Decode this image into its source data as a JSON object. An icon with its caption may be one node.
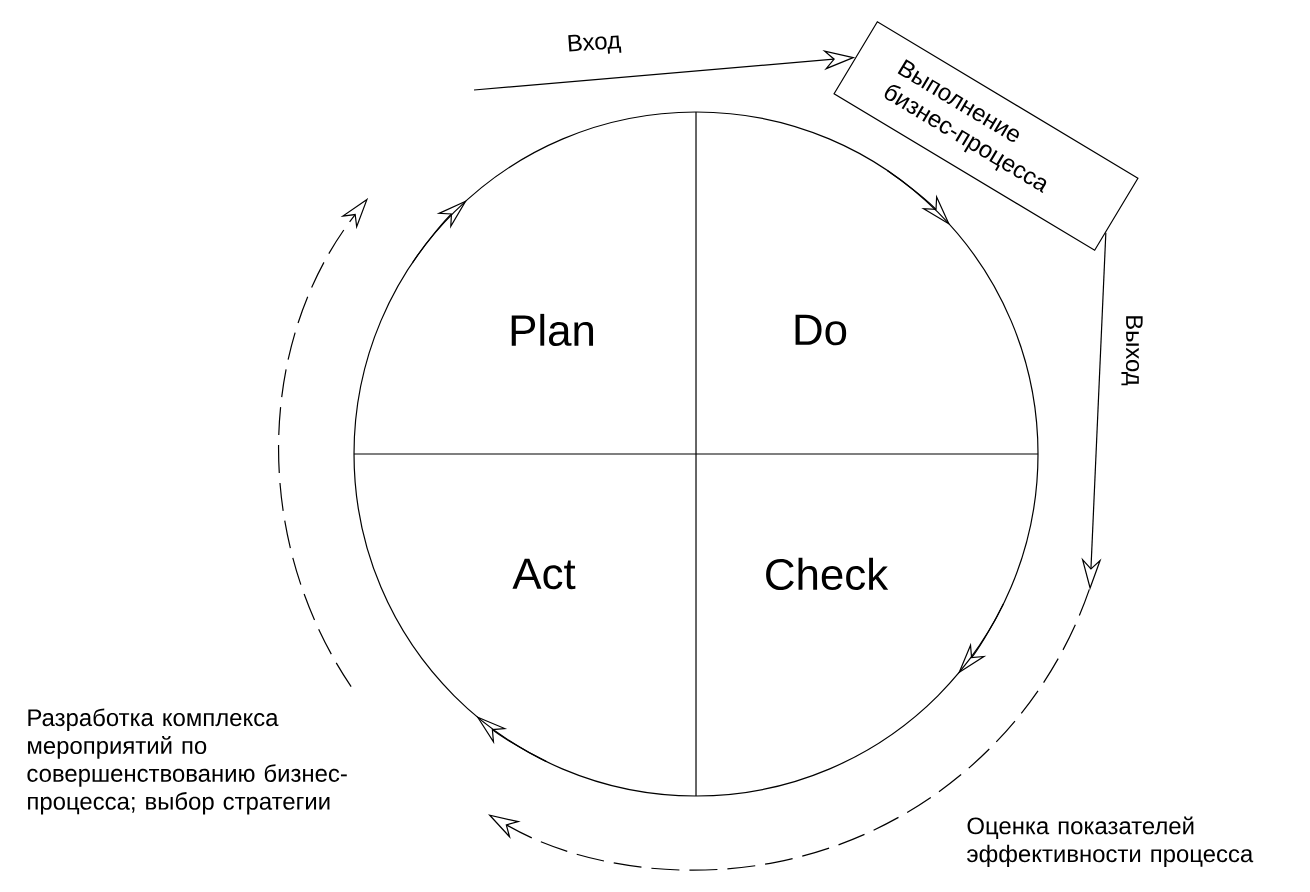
{
  "diagram": {
    "nodes": [
      {
        "text": [
          "Plan"
        ]
      },
      {
        "text": [
          "Do"
        ]
      },
      {
        "text": [
          "Act"
        ]
      },
      {
        "text": [
          "Check"
        ]
      },
      {
        "text": [
          "Выполнение бизнес-процесса"
        ]
      }
    ],
    "edges": [
      {
        "from": null,
        "to": 4,
        "arrow": "to",
        "label": "Вход"
      },
      {
        "from": 4,
        "to": null,
        "arrow": "to",
        "label": "Выход"
      }
    ],
    "labels": [
      "Разработка комплекса мероприятий по совершенствованию бизнес-процесса; выбор стратегии",
      "Оценка показателей эффективности процесса"
    ]
  }
}
